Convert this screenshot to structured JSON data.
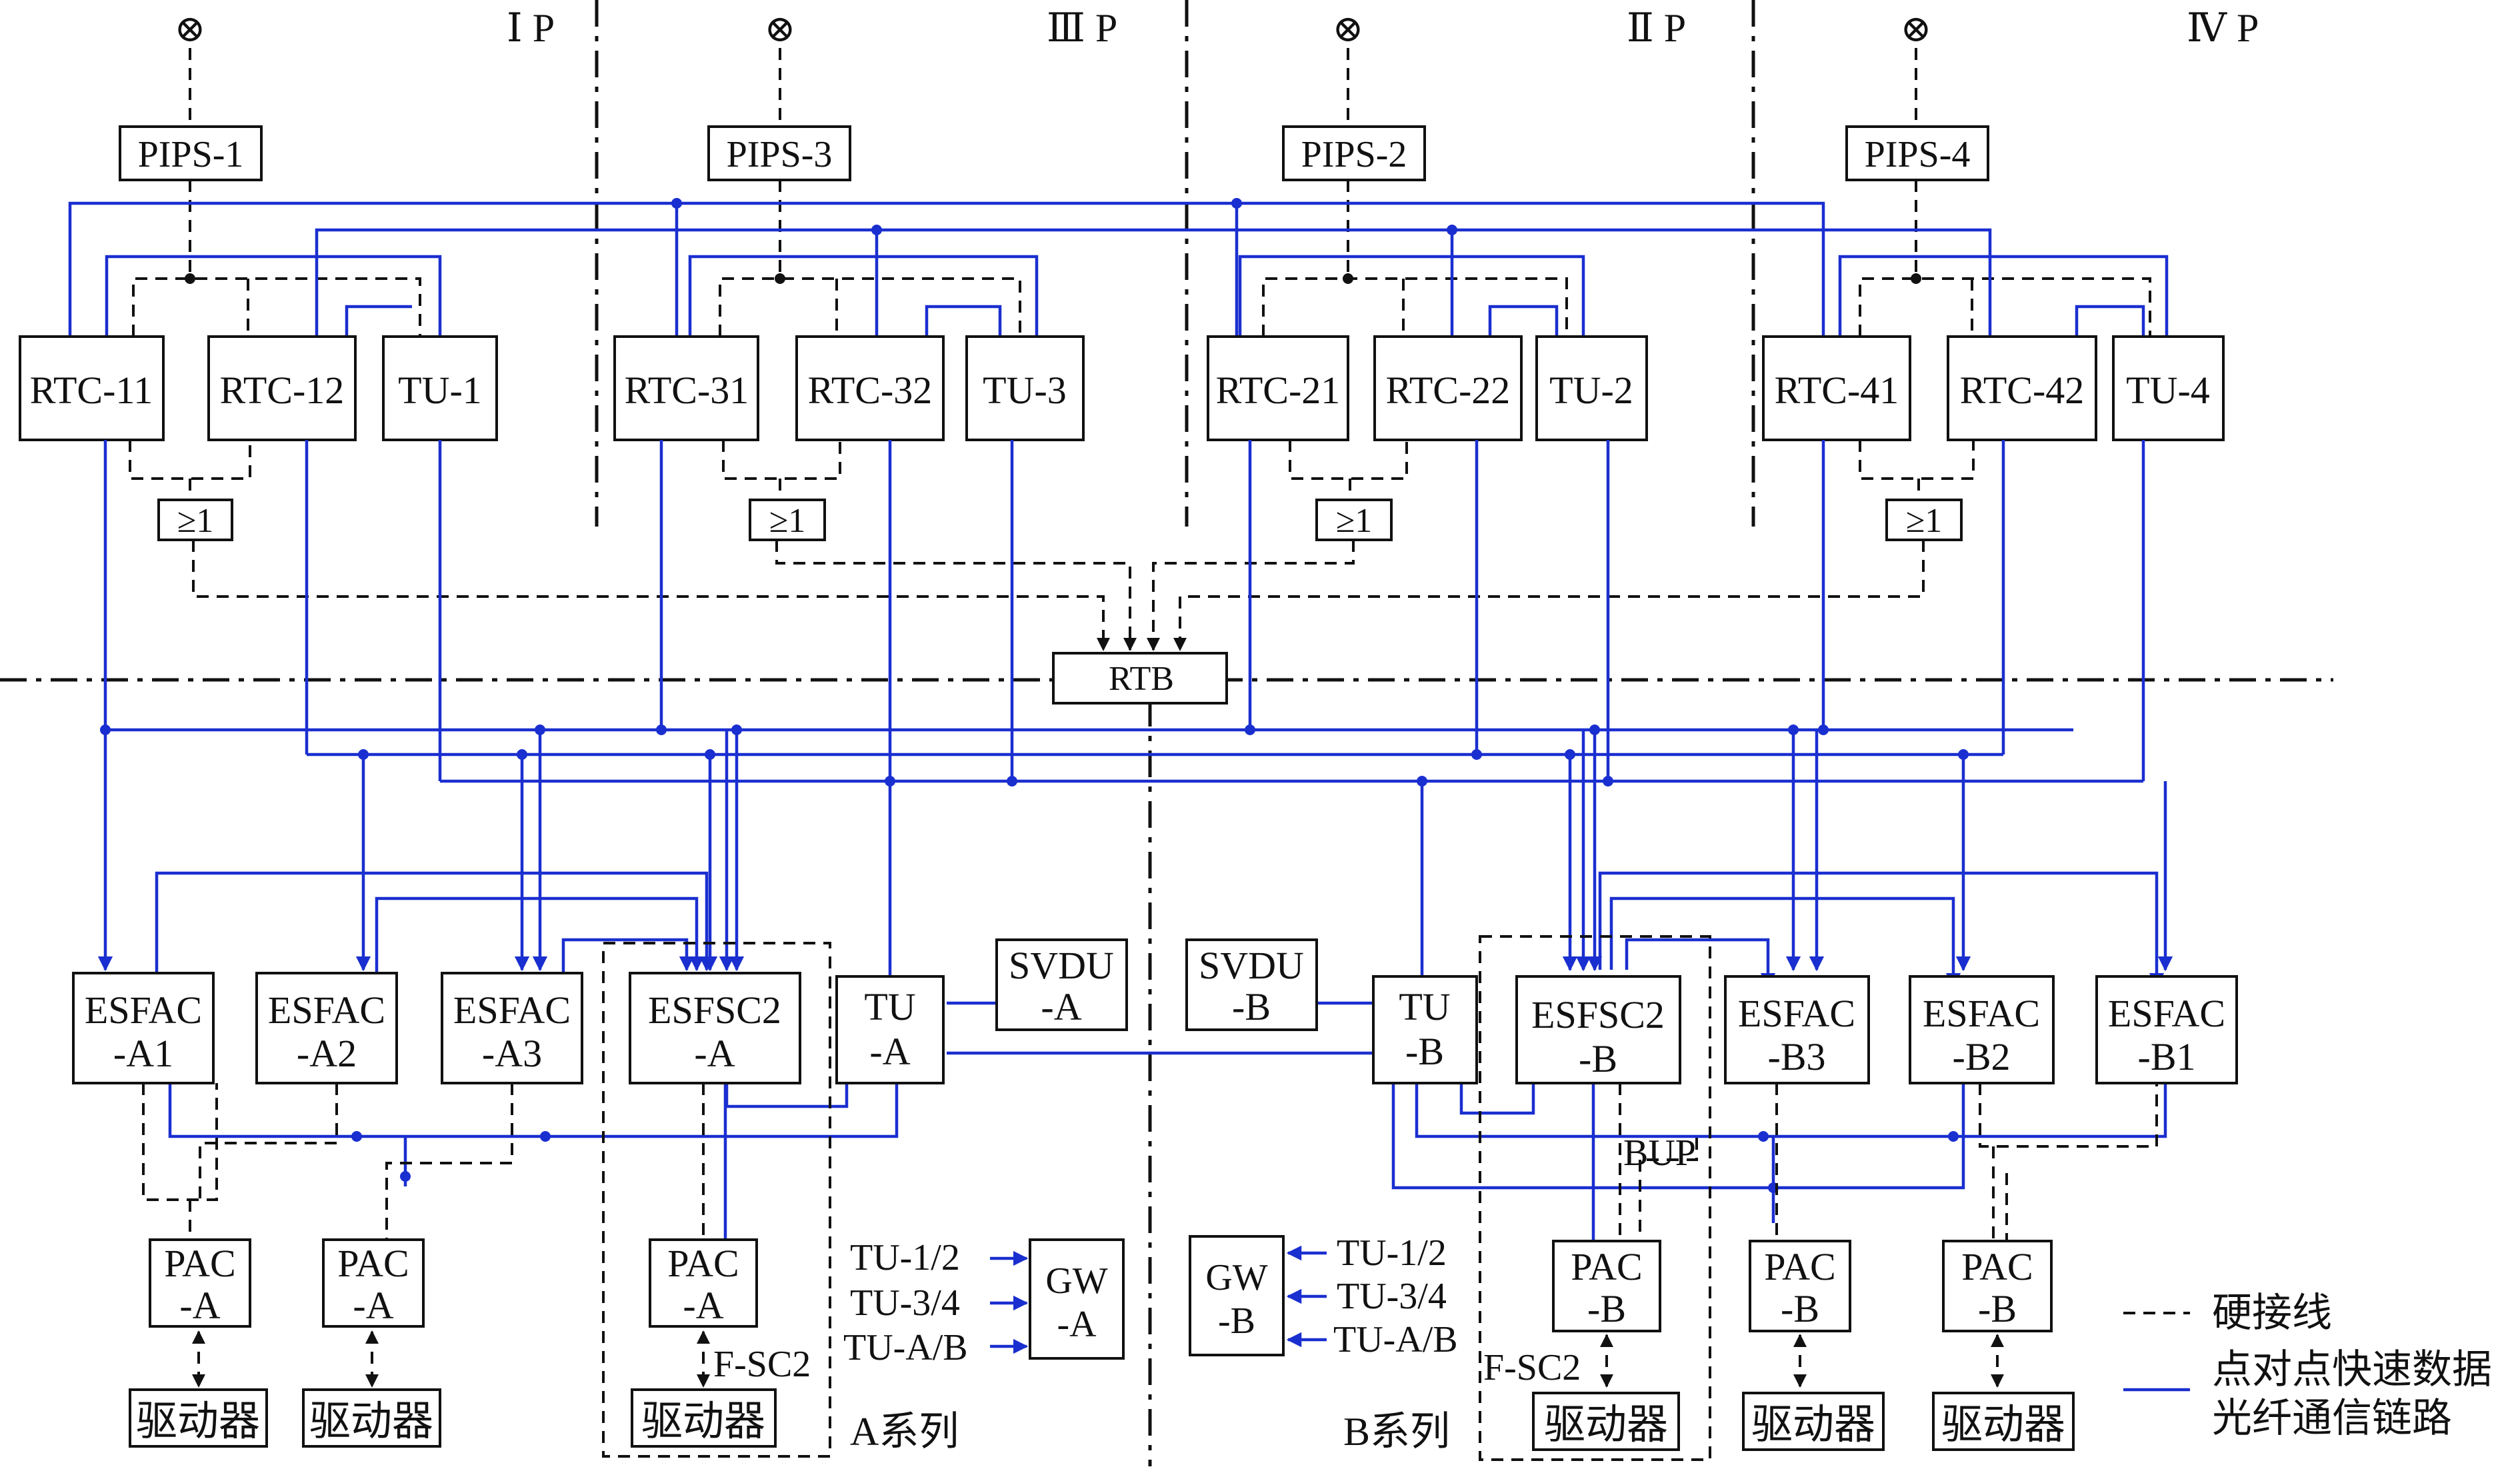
{
  "partitions": [
    "Ⅰ P",
    "Ⅲ P",
    "Ⅱ P",
    "Ⅳ P"
  ],
  "pips": [
    "PIPS-1",
    "PIPS-3",
    "PIPS-2",
    "PIPS-4"
  ],
  "lamp_symbol": "⊗",
  "or_gate": "≥1",
  "rtc_units": [
    "RTC-11",
    "RTC-12",
    "TU-1",
    "RTC-31",
    "RTC-32",
    "TU-3",
    "RTC-21",
    "RTC-22",
    "TU-2",
    "RTC-41",
    "RTC-42",
    "TU-4"
  ],
  "rtb": "RTB",
  "esfac_a": [
    [
      "ESFAC",
      "-A1"
    ],
    [
      "ESFAC",
      "-A2"
    ],
    [
      "ESFAC",
      "-A3"
    ]
  ],
  "esfsc2_a": [
    "ESFSC2",
    "-A"
  ],
  "tu_a": [
    "TU",
    "-A"
  ],
  "svdu_a": [
    "SVDU",
    "-A"
  ],
  "svdu_b": [
    "SVDU",
    "-B"
  ],
  "tu_b": [
    "TU",
    "-B"
  ],
  "esfsc2_b": [
    "ESFSC2",
    "-B"
  ],
  "esfac_b": [
    [
      "ESFAC",
      "-B3"
    ],
    [
      "ESFAC",
      "-B2"
    ],
    [
      "ESFAC",
      "-B1"
    ]
  ],
  "pac_a": [
    "PAC",
    "-A"
  ],
  "pac_b": [
    "PAC",
    "-B"
  ],
  "actuator": "驱动器",
  "gw_a": [
    "GW",
    "-A"
  ],
  "gw_b": [
    "GW",
    "-B"
  ],
  "gw_inputs": [
    "TU-1/2",
    "TU-3/4",
    "TU-A/B"
  ],
  "fsc2": "F-SC2",
  "bup": "BUP",
  "series_a": "A系列",
  "series_b": "B系列",
  "legend": {
    "hardwire": "硬接线",
    "fiber_line1": "点对点快速数据",
    "fiber_line2": "光纤通信链路"
  },
  "colors": {
    "fiber": "#1a2fd0",
    "hardwire": "#111111"
  }
}
